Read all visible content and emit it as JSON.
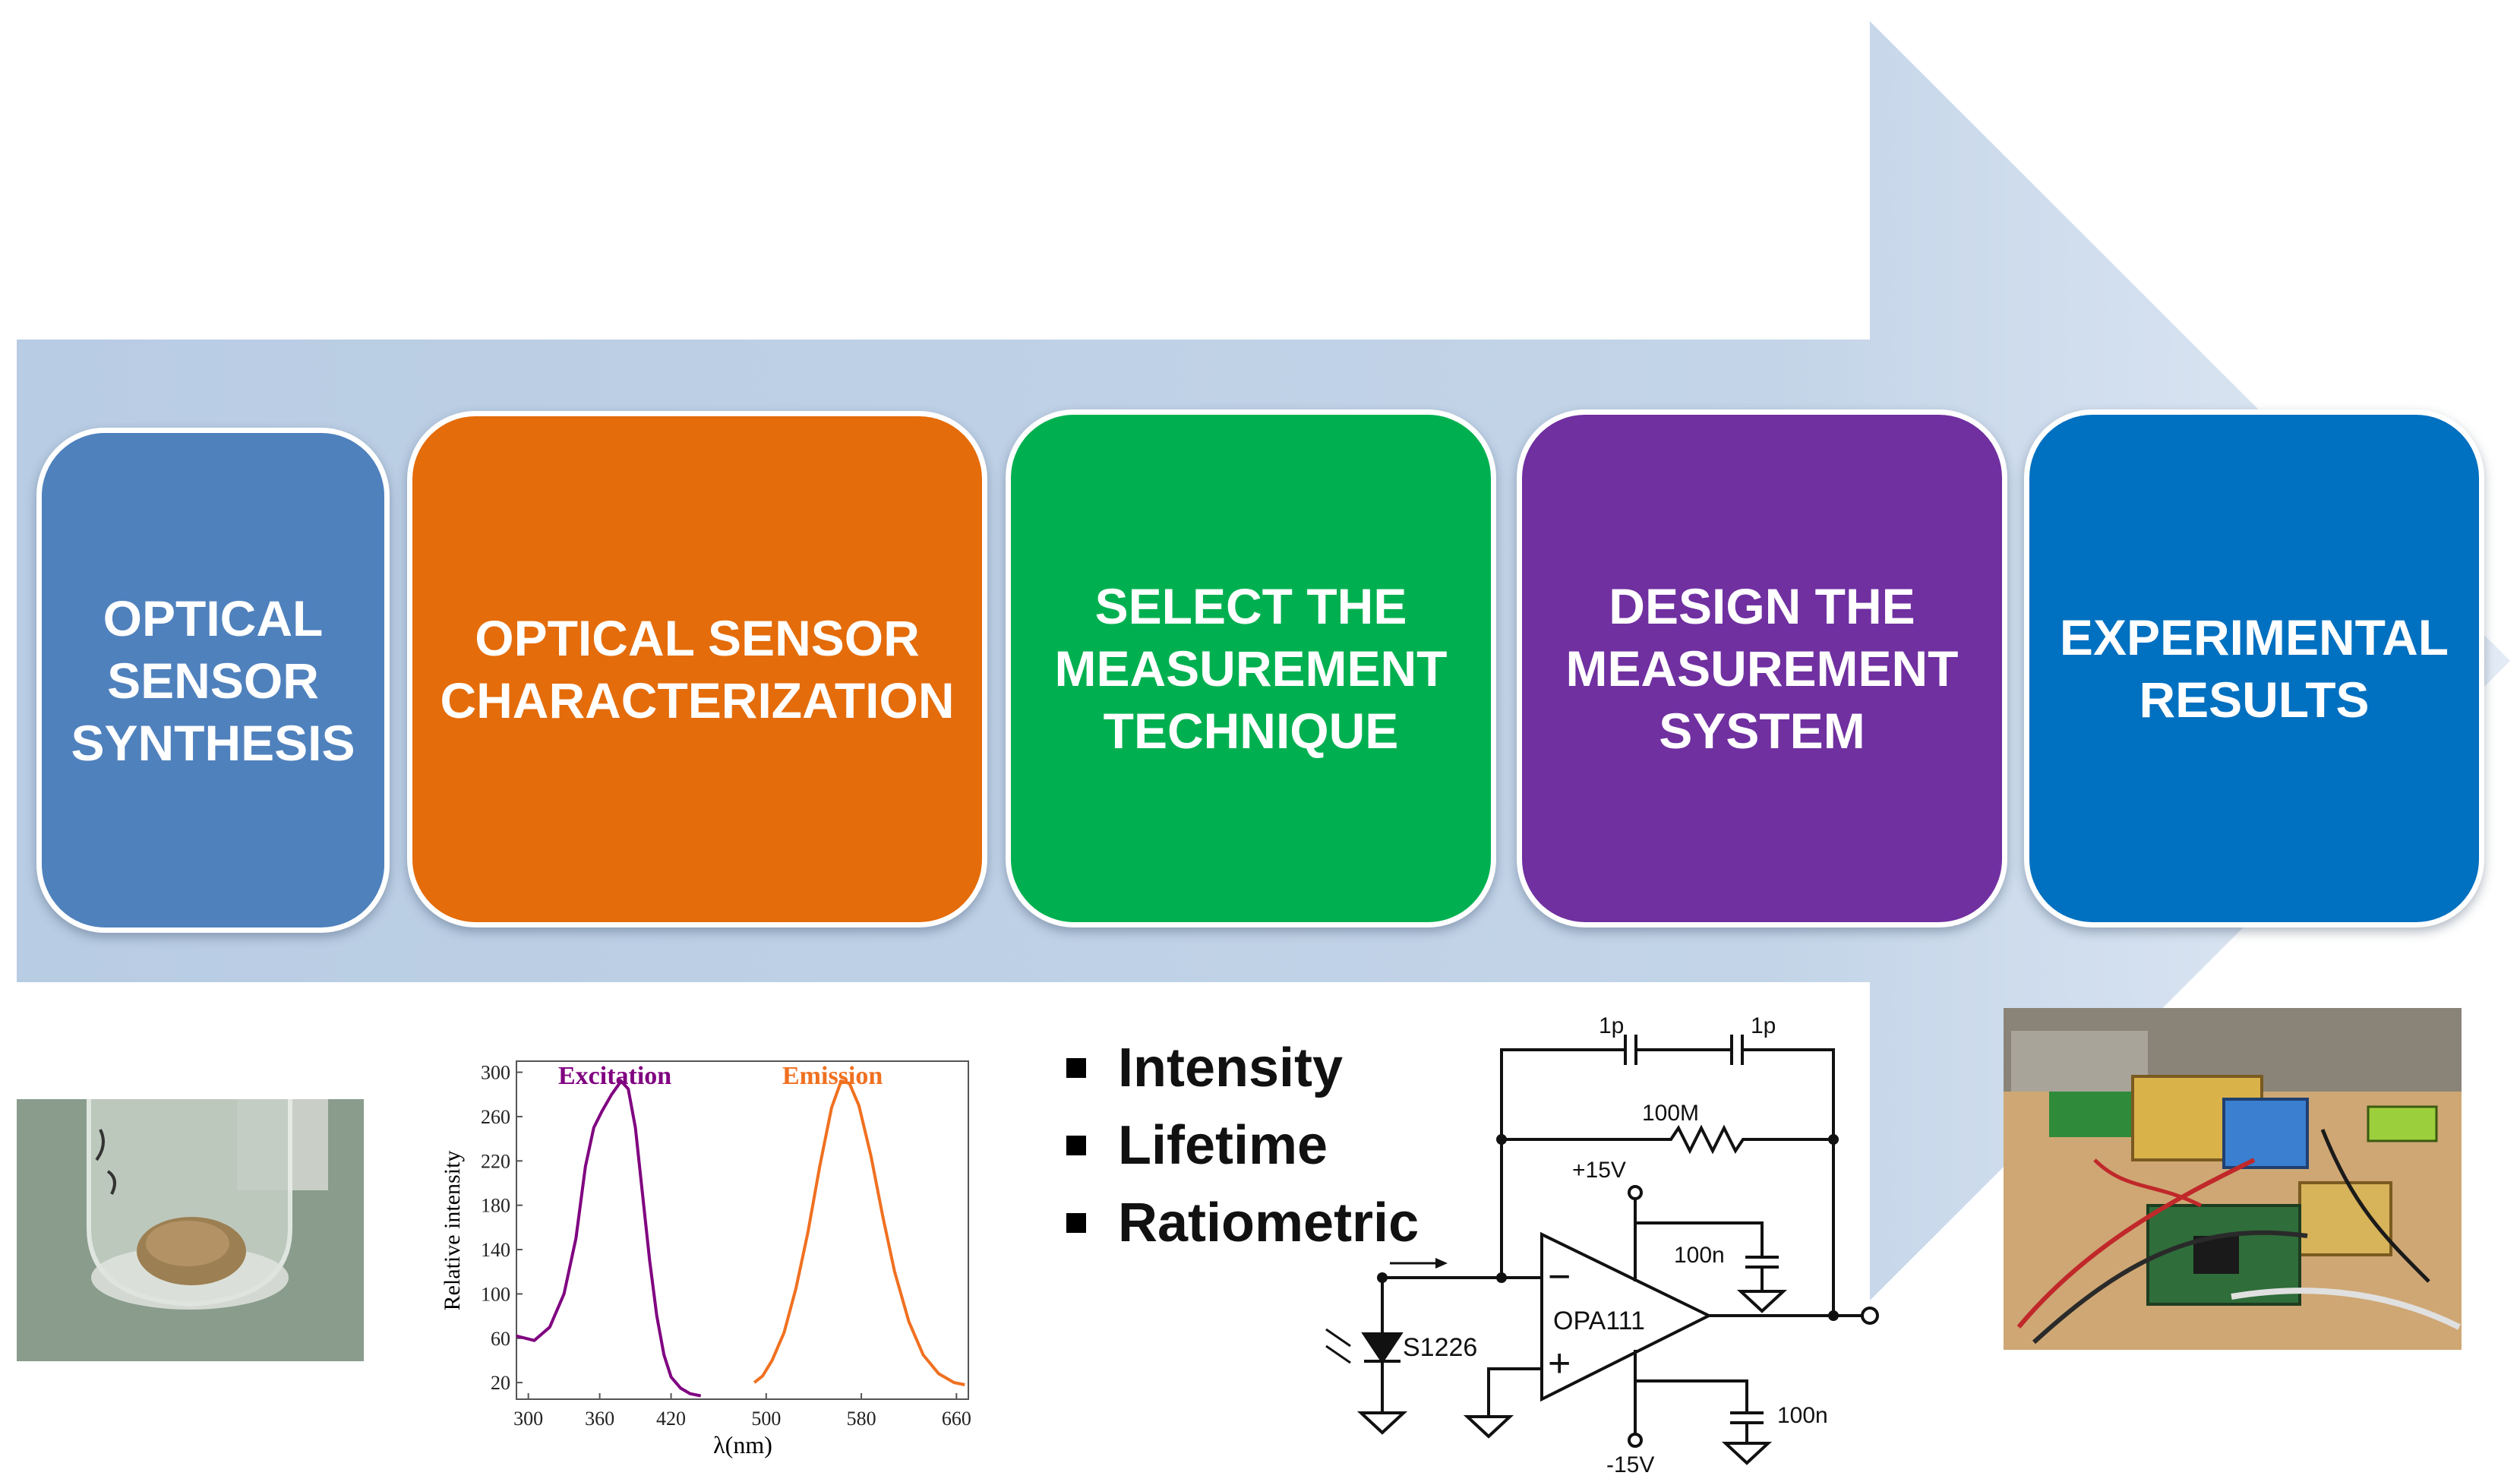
{
  "colors": {
    "arrow": "#b9cde4",
    "step_1": "#4f81bd",
    "step_2": "#e46c0a",
    "step_3": "#00b050",
    "step_4": "#7030a0",
    "step_5": "#0070c0",
    "excitation": "#800080",
    "emission": "#f07020"
  },
  "steps": [
    {
      "label": "OPTICAL\nSENSOR\nSYNTHESIS"
    },
    {
      "label": "OPTICAL SENSOR\nCHARACTERIZATION"
    },
    {
      "label": "SELECT THE\nMEASUREMENT\nTECHNIQUE"
    },
    {
      "label": "DESIGN THE\nMEASUREMENT\nSYSTEM"
    },
    {
      "label": "EXPERIMENTAL\nRESULTS"
    }
  ],
  "techniques": [
    "Intensity",
    "Lifetime",
    "Ratiometric"
  ],
  "chart_data": {
    "type": "line",
    "ylabel": "Relative intensity",
    "xlabel": "λ(nm)",
    "x_ticks": [
      300,
      360,
      420,
      500,
      580,
      660
    ],
    "y_ticks": [
      20,
      60,
      100,
      140,
      180,
      220,
      260,
      300
    ],
    "xlim": [
      290,
      670
    ],
    "ylim": [
      5,
      310
    ],
    "series": [
      {
        "name": "Excitation",
        "x": [
          290,
          305,
          318,
          330,
          340,
          348,
          355,
          362,
          370,
          378,
          384,
          390,
          396,
          402,
          408,
          414,
          420,
          428,
          436,
          445
        ],
        "y": [
          62,
          58,
          70,
          100,
          150,
          215,
          250,
          265,
          280,
          292,
          285,
          250,
          190,
          130,
          80,
          45,
          25,
          15,
          10,
          8
        ]
      },
      {
        "name": "Emission",
        "x": [
          490,
          497,
          505,
          515,
          525,
          535,
          545,
          555,
          563,
          570,
          578,
          588,
          598,
          608,
          620,
          632,
          645,
          658,
          667
        ],
        "y": [
          20,
          26,
          40,
          65,
          105,
          155,
          215,
          268,
          292,
          290,
          270,
          225,
          170,
          120,
          75,
          45,
          28,
          20,
          18
        ]
      }
    ]
  },
  "circuit": {
    "cap_top_left": "1p",
    "cap_top_right": "1p",
    "resistor": "100M",
    "vpos": "+15V",
    "vneg": "-15V",
    "cap_pos": "100n",
    "cap_neg": "100n",
    "opamp": "OPA111",
    "photodiode": "S1226",
    "minus": "−",
    "plus": "+"
  }
}
